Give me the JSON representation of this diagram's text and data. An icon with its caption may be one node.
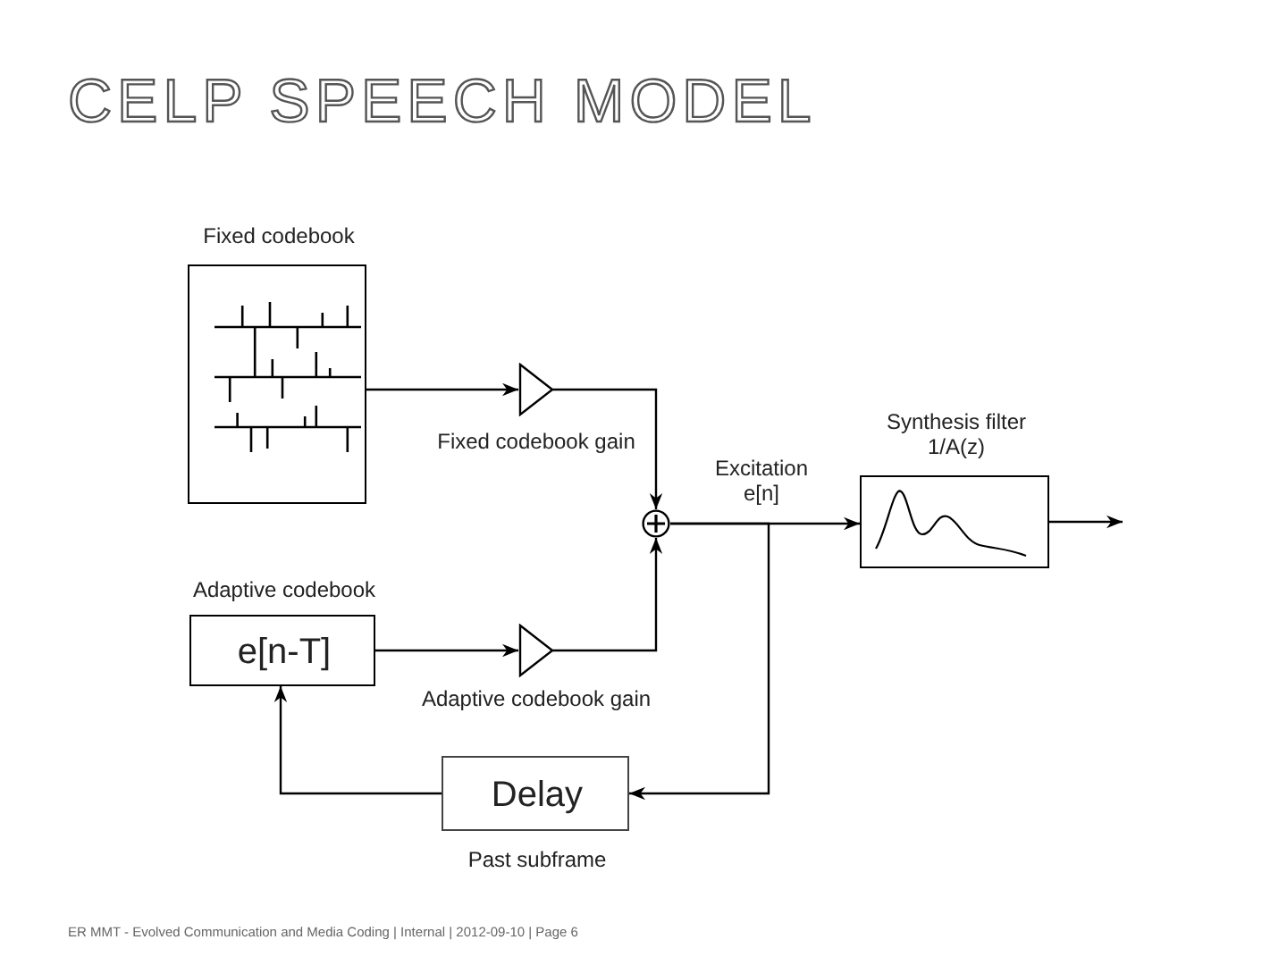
{
  "diagram": {
    "title": "CELP SPEECH MODEL",
    "nodes": [
      {
        "text": [
          "Fixed codebook"
        ]
      },
      {
        "text": [
          "Fixed codebook gain"
        ]
      },
      {
        "text": [],
        "shape": "circle"
      },
      {
        "text": [
          "Adaptive codebook",
          "e[n-T]"
        ]
      },
      {
        "text": [
          "Adaptive codebook gain"
        ]
      },
      {
        "text": [
          "Synthesis filter 1/A(z)"
        ]
      },
      {
        "text": [
          "Delay",
          "Past subframe"
        ]
      }
    ],
    "edges": [
      {
        "from": 0,
        "to": 1,
        "arrow": "to"
      },
      {
        "from": 1,
        "to": 2,
        "arrow": "to"
      },
      {
        "from": 3,
        "to": 4,
        "arrow": "to"
      },
      {
        "from": 4,
        "to": 2,
        "arrow": "to"
      },
      {
        "from": 2,
        "to": 5,
        "arrow": "to",
        "label": "Excitation e[n]"
      },
      {
        "from": 5,
        "to": null,
        "arrow": "to"
      },
      {
        "from": 2,
        "to": 6,
        "arrow": "to"
      },
      {
        "from": 6,
        "to": 3,
        "arrow": "to"
      }
    ],
    "labels": [
      "ER MMT - Evolved Communication and Media Coding | Internal | 2012-09-10 | Page 6"
    ]
  }
}
